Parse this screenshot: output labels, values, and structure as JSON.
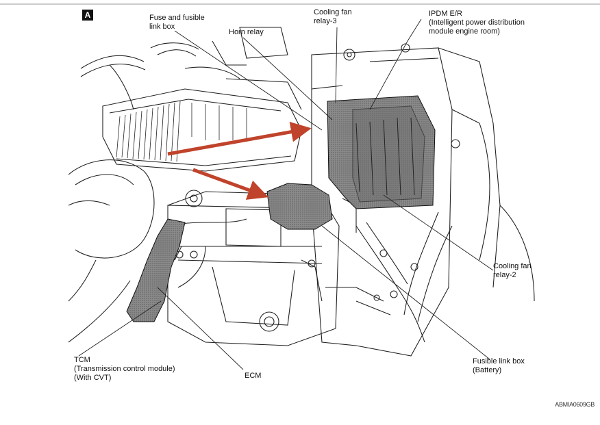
{
  "figure": {
    "badge": "A",
    "code": "ABMIA0609GB",
    "accent_color": "#c0432b"
  },
  "labels": {
    "fuse_box": [
      "Fuse and fusible",
      "link box"
    ],
    "horn_relay": [
      "Horn relay"
    ],
    "cooling_fan_3": [
      "Cooling fan",
      "relay-3"
    ],
    "ipdm": [
      "IPDM E/R",
      "(Intelligent power distribution",
      "module engine room)"
    ],
    "cooling_fan_2": [
      "Cooling fan",
      "relay-2"
    ],
    "fusible_link_battery": [
      "Fusible link box",
      "(Battery)"
    ],
    "tcm": [
      "TCM",
      "(Transmission control module)",
      "(With CVT)"
    ],
    "ecm": [
      "ECM"
    ]
  }
}
